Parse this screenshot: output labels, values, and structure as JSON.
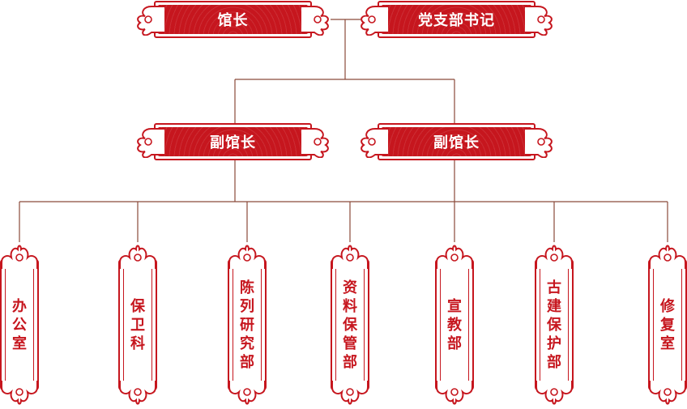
{
  "colors": {
    "accent": "#c6161e",
    "line": "#8a4a3a",
    "text_on_accent": "#ffffff"
  },
  "top": {
    "director": "馆长",
    "party_secretary": "党支部书记"
  },
  "deputies": [
    "副馆长",
    "副馆长"
  ],
  "departments": [
    "办公室",
    "保卫科",
    "陈列研究部",
    "资料保管部",
    "宣教部",
    "古建保护部",
    "修复室"
  ]
}
